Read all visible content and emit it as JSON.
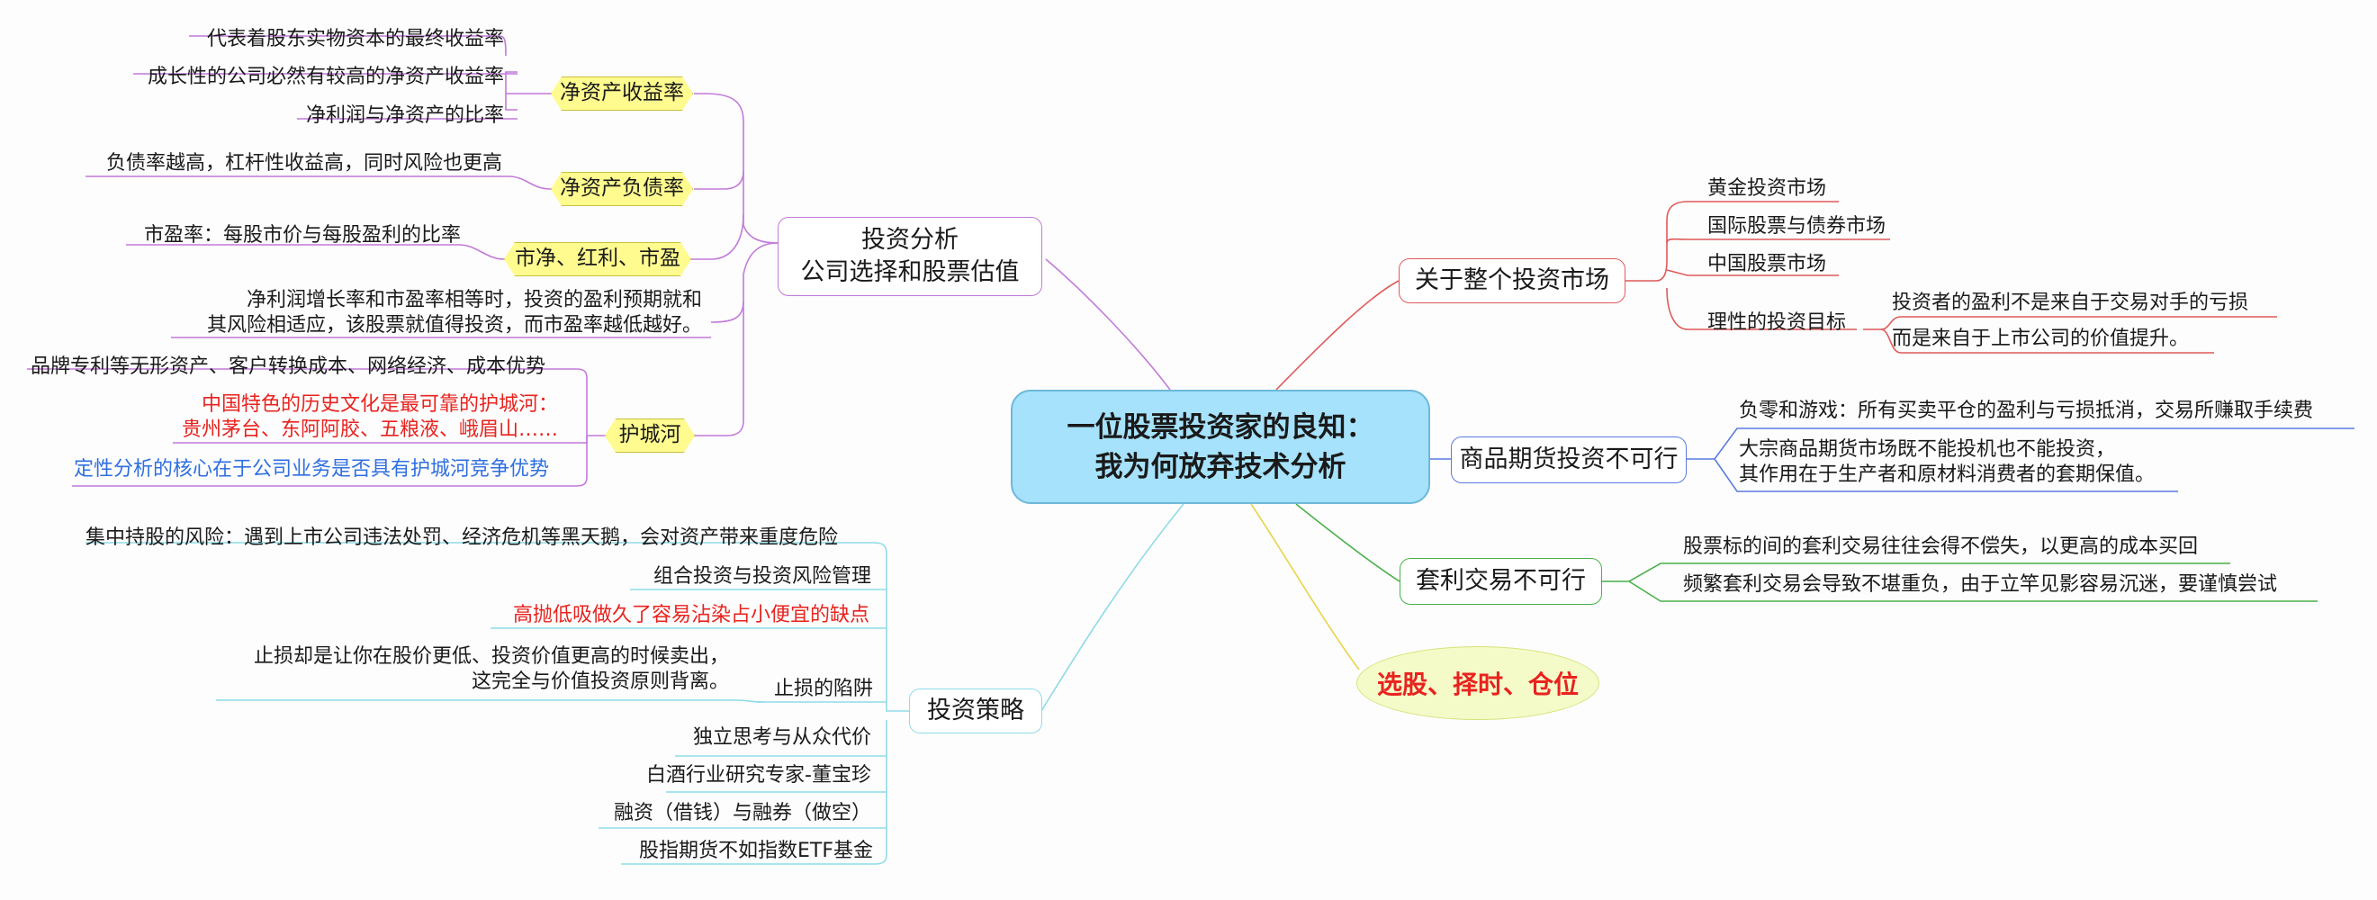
{
  "center": {
    "line1": "一位股票投资家的良知：",
    "line2": "我为何放弃技术分析"
  },
  "branches": {
    "analysis": {
      "title_line1": "投资分析",
      "title_line2": "公司选择和股票估值",
      "roe": {
        "label": "净资产收益率",
        "items": [
          "代表着股东实物资本的最终收益率",
          "成长性的公司必然有较高的净资产收益率",
          "净利润与净资产的比率"
        ]
      },
      "debt": {
        "label": "净资产负债率",
        "items": [
          "负债率越高，杠杆性收益高，同时风险也更高"
        ]
      },
      "pe": {
        "label": "市净、红利、市盈",
        "items": [
          "市盈率：每股市价与每股盈利的比率"
        ]
      },
      "peg": {
        "line1": "净利润增长率和市盈率相等时，投资的盈利预期就和",
        "line2": "其风险相适应，该股票就值得投资，而市盈率越低越好。"
      },
      "moat": {
        "label": "护城河",
        "item1": "品牌专利等无形资产、客户转换成本、网络经济、成本优势",
        "item2_line1": "中国特色的历史文化是最可靠的护城河：",
        "item2_line2": "贵州茅台、东阿阿胶、五粮液、峨眉山……",
        "item3": "定性分析的核心在于公司业务是否具有护城河竞争优势"
      }
    },
    "strategy": {
      "title": "投资策略",
      "items": [
        "集中持股的风险：遇到上市公司违法处罚、经济危机等黑天鹅，会对资产带来重度危险",
        "组合投资与投资风险管理",
        "高抛低吸做久了容易沾染占小便宜的缺点"
      ],
      "stoploss": {
        "label": "止损的陷阱",
        "line1": "止损却是让你在股价更低、投资价值更高的时候卖出，",
        "line2": "这完全与价值投资原则背离。"
      },
      "items2": [
        "独立思考与从众代价",
        "白酒行业研究专家-董宝珍",
        "融资（借钱）与融券（做空）",
        "股指期货不如指数ETF基金"
      ]
    },
    "market": {
      "title": "关于整个投资市场",
      "items": [
        "黄金投资市场",
        "国际股票与债券市场",
        "中国股票市场"
      ],
      "goal": {
        "label": "理性的投资目标",
        "items": [
          "投资者的盈利不是来自于交易对手的亏损",
          "而是来自于上市公司的价值提升。"
        ]
      }
    },
    "futures": {
      "title": "商品期货投资不可行",
      "item1": "负零和游戏：所有买卖平仓的盈利与亏损抵消，交易所赚取手续费",
      "item2_line1": "大宗商品期货市场既不能投机也不能投资，",
      "item2_line2": "其作用在于生产者和原材料消费者的套期保值。"
    },
    "arbitrage": {
      "title": "套利交易不可行",
      "items": [
        "股票标的间的套利交易往往会得不偿失，以更高的成本买回",
        "频繁套利交易会导致不堪重负，由于立竿见影容易沉迷，要谨慎尝试"
      ]
    },
    "oval": {
      "label": "选股、择时、仓位"
    }
  }
}
